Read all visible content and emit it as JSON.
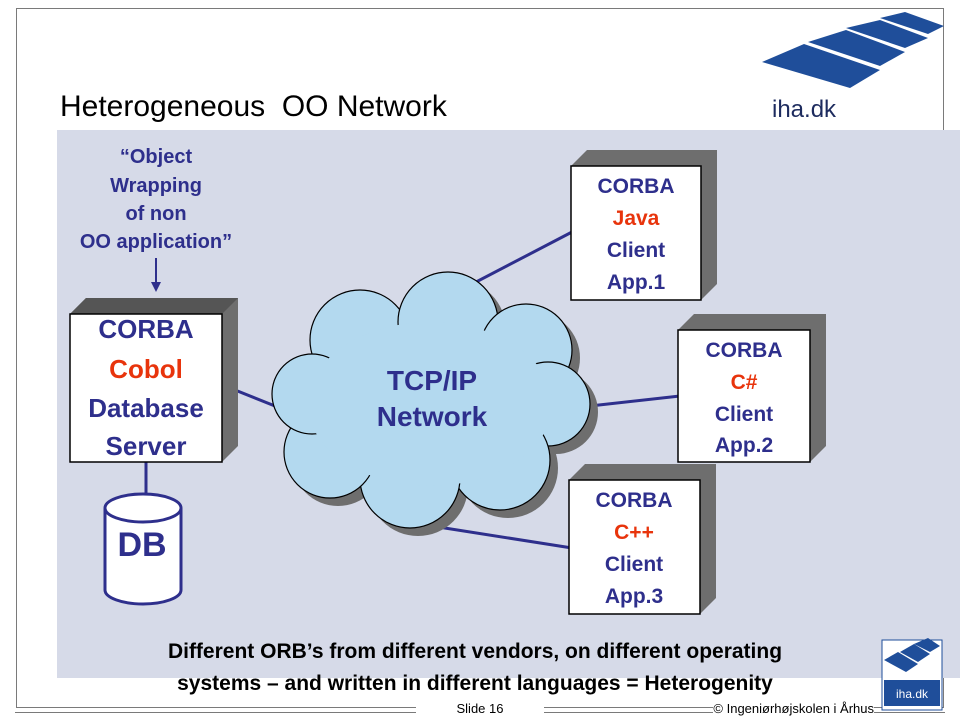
{
  "slide": {
    "title": "Heterogeneous  OO Network",
    "logo_text": "iha.dk",
    "corner_logo_text": "iha.dk",
    "slide_number": "Slide 16",
    "copyright": "© Ingeniørhøjskolen i Århus"
  },
  "annotation": {
    "lines": [
      "“Object",
      "Wrapping",
      "of non",
      "OO application”"
    ]
  },
  "server_box": {
    "line1": "CORBA",
    "line2": "Cobol",
    "line3": "Database",
    "line4": "Server"
  },
  "database": {
    "label": "DB"
  },
  "network": {
    "line1": "TCP/IP",
    "line2": "Network"
  },
  "clients": [
    {
      "line1": "CORBA",
      "line2": "Java",
      "line3": "Client",
      "line4": "App.1"
    },
    {
      "line1": "CORBA",
      "line2": "C#",
      "line3": "Client",
      "line4": "App.2"
    },
    {
      "line1": "CORBA",
      "line2": "C++",
      "line3": "Client",
      "line4": "App.3"
    }
  ],
  "caption": {
    "line1": "Different ORB’s from different vendors, on different operating",
    "line2": "systems – and written in different languages  = Heterogenity"
  },
  "colors": {
    "accent_red": "#e8340c",
    "network_blue": "#b3d9ef",
    "band": "#d6dae8",
    "connector": "#2e2f8c",
    "logo_blue": "#1f4e9a"
  }
}
